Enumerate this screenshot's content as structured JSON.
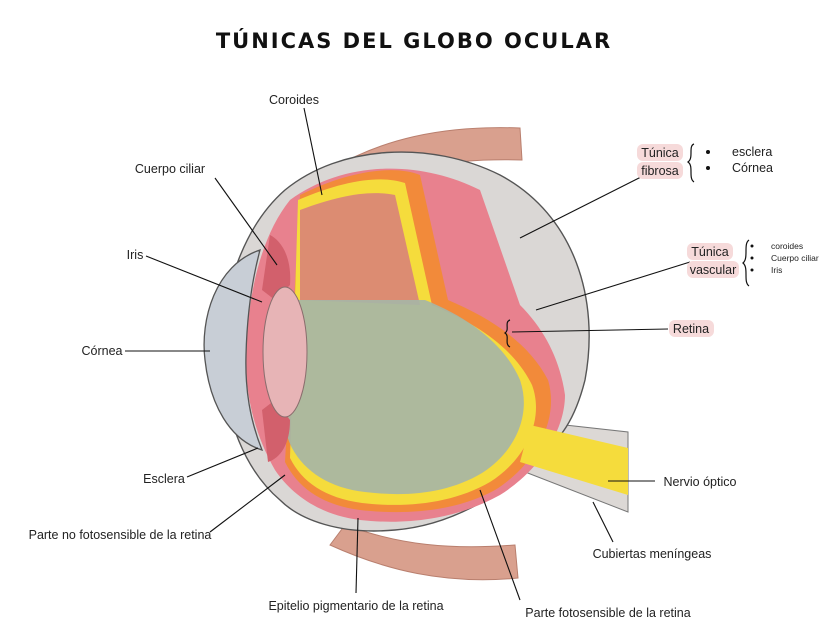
{
  "title": "TÚNICAS DEL GLOBO OCULAR",
  "labels": {
    "coroides": "Coroides",
    "cuerpo_ciliar": "Cuerpo ciliar",
    "iris": "Iris",
    "cornea": "Córnea",
    "esclera": "Esclera",
    "parte_no_fotosensible": "Parte no fotosensible de la retina",
    "epitelio_pigmentario": "Epitelio pigmentario de la retina",
    "parte_fotosensible": "Parte fotosensible de la retina",
    "cubiertas_meningeas": "Cubiertas meníngeas",
    "nervio_optico": "Nervio óptico",
    "retina": "Retina"
  },
  "tunica_fibrosa": {
    "line1": "Túnica",
    "line2": "fibrosa",
    "items": [
      "esclera",
      "Córnea"
    ]
  },
  "tunica_vascular": {
    "line1": "Túnica",
    "line2": "vascular",
    "items": [
      "coroides",
      "Cuerpo ciliar",
      "Iris"
    ]
  },
  "colors": {
    "sclera": "#d9d6d4",
    "choroid": "#e8828f",
    "retina_yellow": "#f5dc3c",
    "orange_layer": "#f28a3a",
    "vitreous": "#a9b6a8",
    "lens": "#e7b4b6",
    "cornea": "#c8ced6",
    "highlight": "#f6dada",
    "muscle": "#d59e8b"
  }
}
